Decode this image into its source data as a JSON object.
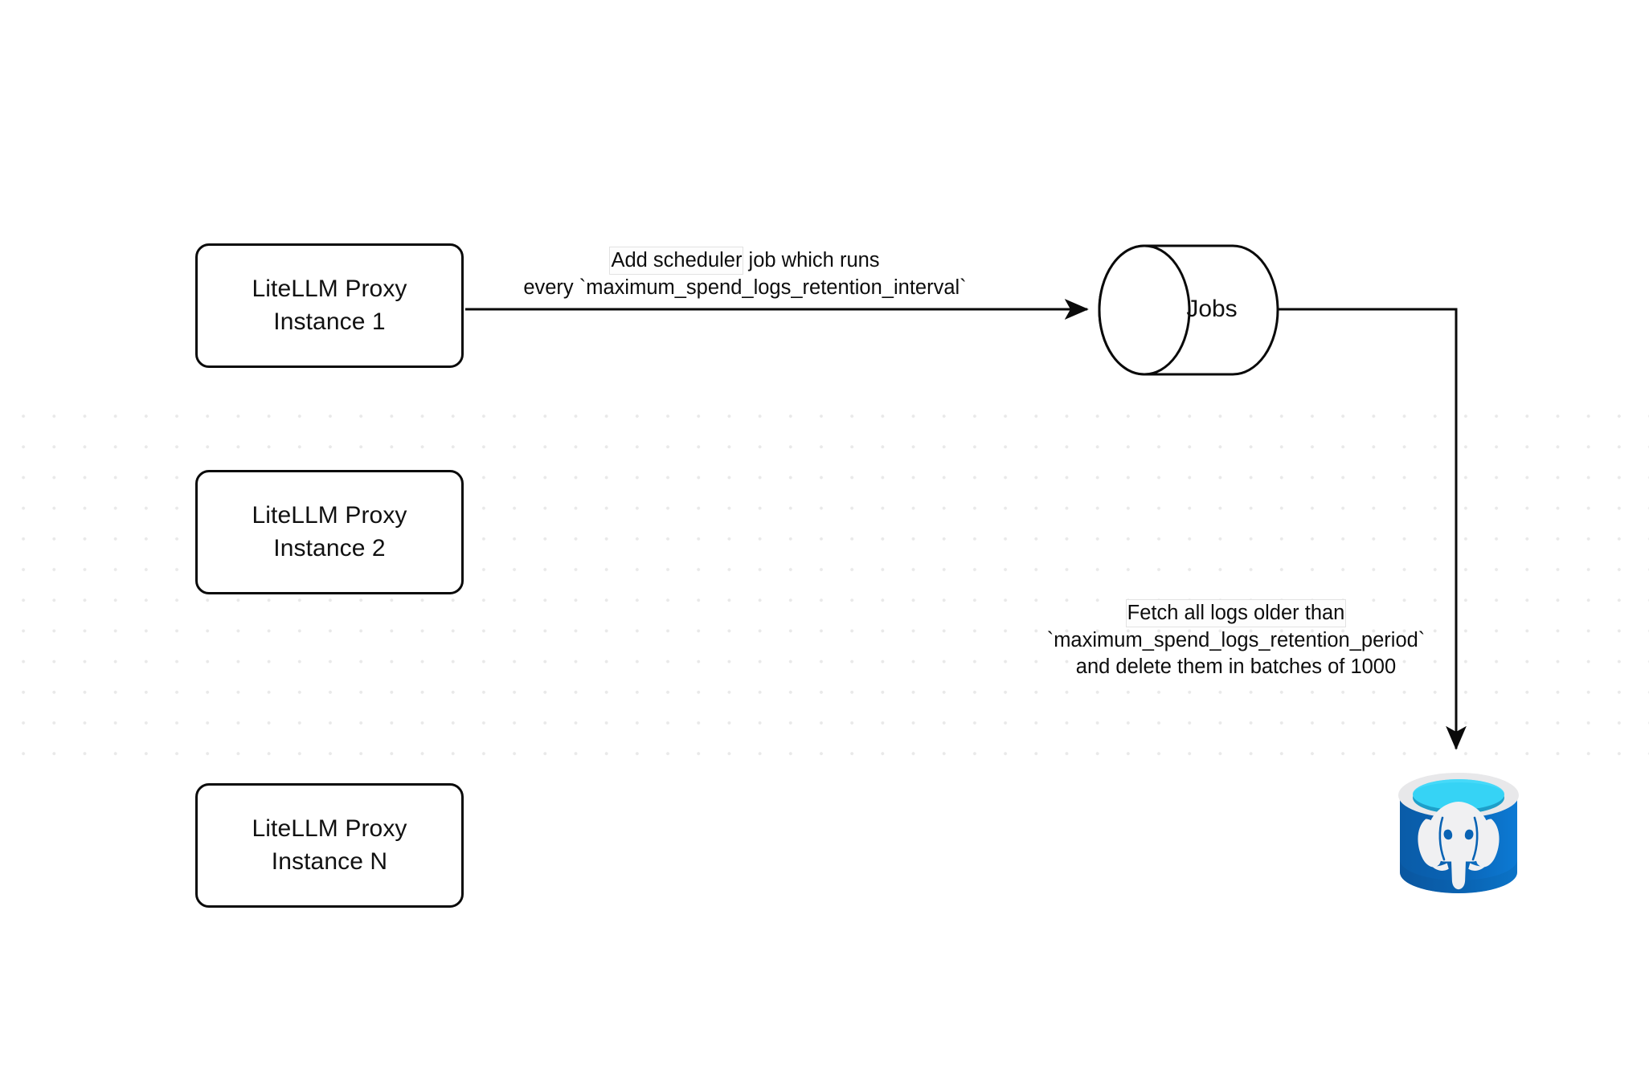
{
  "diagram": {
    "title": "LiteLLM spend logs retention scheduler flow",
    "background": "#ffffff",
    "grid_dot_color": "#e9e9e9",
    "stroke_color": "#0a0a0a",
    "text_color": "#111111"
  },
  "nodes": [
    {
      "id": "instance-1",
      "shape": "rounded-rect",
      "line1": "LiteLLM Proxy",
      "line2": "Instance 1"
    },
    {
      "id": "instance-2",
      "shape": "rounded-rect",
      "line1": "LiteLLM Proxy",
      "line2": "Instance 2"
    },
    {
      "id": "instance-n",
      "shape": "rounded-rect",
      "line1": "LiteLLM Proxy",
      "line2": "Instance N"
    },
    {
      "id": "jobs",
      "shape": "cylinder",
      "label": "Jobs"
    },
    {
      "id": "postgres",
      "shape": "database-icon",
      "icon": "postgresql-elephant-icon",
      "colors": {
        "body_left": "#0a5ca8",
        "body_right": "#0b79d0",
        "rim": "#e8e8ea",
        "top": "#36d3f5",
        "top_inner": "#1d9fc9",
        "elephant": "#f0f0f2"
      }
    }
  ],
  "edges": [
    {
      "id": "edge-scheduler",
      "from": "instance-1",
      "to": "jobs",
      "label_lines": [
        {
          "text": "Add scheduler",
          "highlighted": true,
          "tail": " job which runs"
        },
        {
          "text": "every `maximum_spend_logs_retention_interval`",
          "highlighted": false
        }
      ]
    },
    {
      "id": "edge-delete",
      "from": "jobs",
      "to": "postgres",
      "label_lines": [
        {
          "text": "Fetch all logs older than",
          "highlighted": true,
          "tail": ""
        },
        {
          "text": "`maximum_spend_logs_retention_period`",
          "highlighted": false
        },
        {
          "text": "and delete them in batches of 1000",
          "highlighted": false
        }
      ]
    }
  ]
}
